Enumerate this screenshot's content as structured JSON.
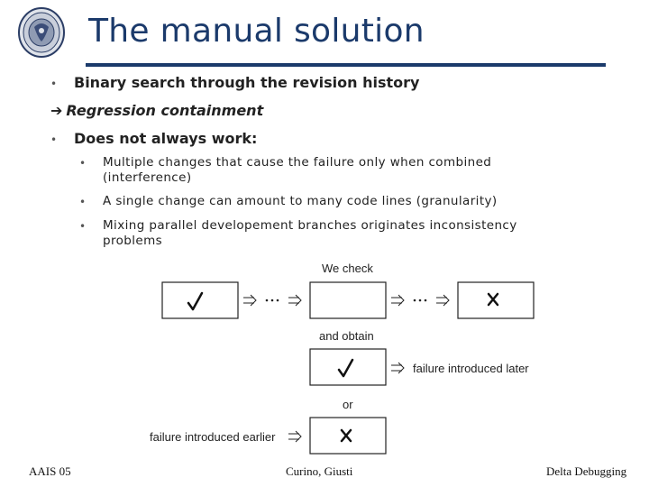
{
  "slide": {
    "title": "The manual solution",
    "bullets": {
      "first": "Binary search through the revision history",
      "arrow_text": "Regression containment",
      "second": "Does not always work:"
    },
    "sub_bullets": [
      "Multiple changes that cause the failure only when combined (interference)",
      "A single change can amount to many code lines (granularity)",
      "Mixing parallel developement branches originates inconsistency problems"
    ],
    "diagram": {
      "we_check": "We check",
      "and_obtain": "and obtain",
      "or": "or",
      "failure_later": "failure introduced later",
      "failure_earlier": "failure introduced earlier",
      "check_icon": "check-mark-icon",
      "cross_icon": "cross-mark-icon"
    },
    "footer": {
      "left": "AAIS 05",
      "center": "Curino, Giusti",
      "right": "Delta Debugging"
    },
    "colors": {
      "title": "#1b3a6b",
      "rule": "#1b3a6b"
    }
  }
}
